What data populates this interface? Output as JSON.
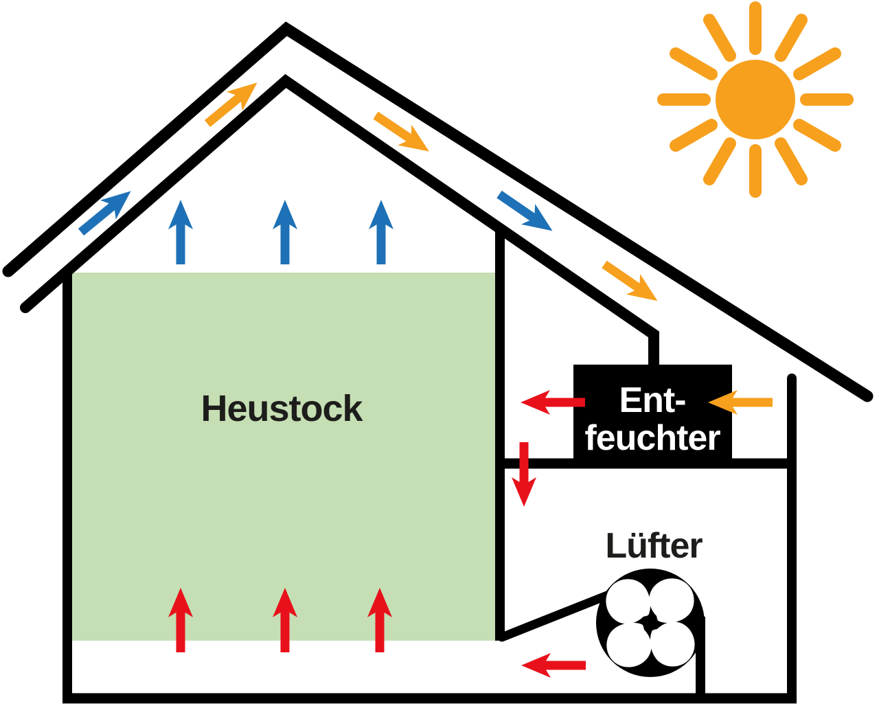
{
  "diagram": {
    "labels": {
      "hay": "Heustock",
      "dehumidifier_line1": "Ent-",
      "dehumidifier_line2": "feuchter",
      "fan": "Lüfter"
    },
    "colors": {
      "solar_warm_orange": "#F6A01E",
      "air_blue": "#1E71B6",
      "recirculation_red": "#E8111B",
      "hay_green": "#C5DEB4",
      "structure_black": "#000000",
      "text_dark": "#1D1D1B",
      "box_text_white": "#FFFFFF",
      "fan_blade_white": "#FFFFFF"
    },
    "icons": {
      "sun": "sun-icon",
      "fan": "fan-icon"
    }
  }
}
